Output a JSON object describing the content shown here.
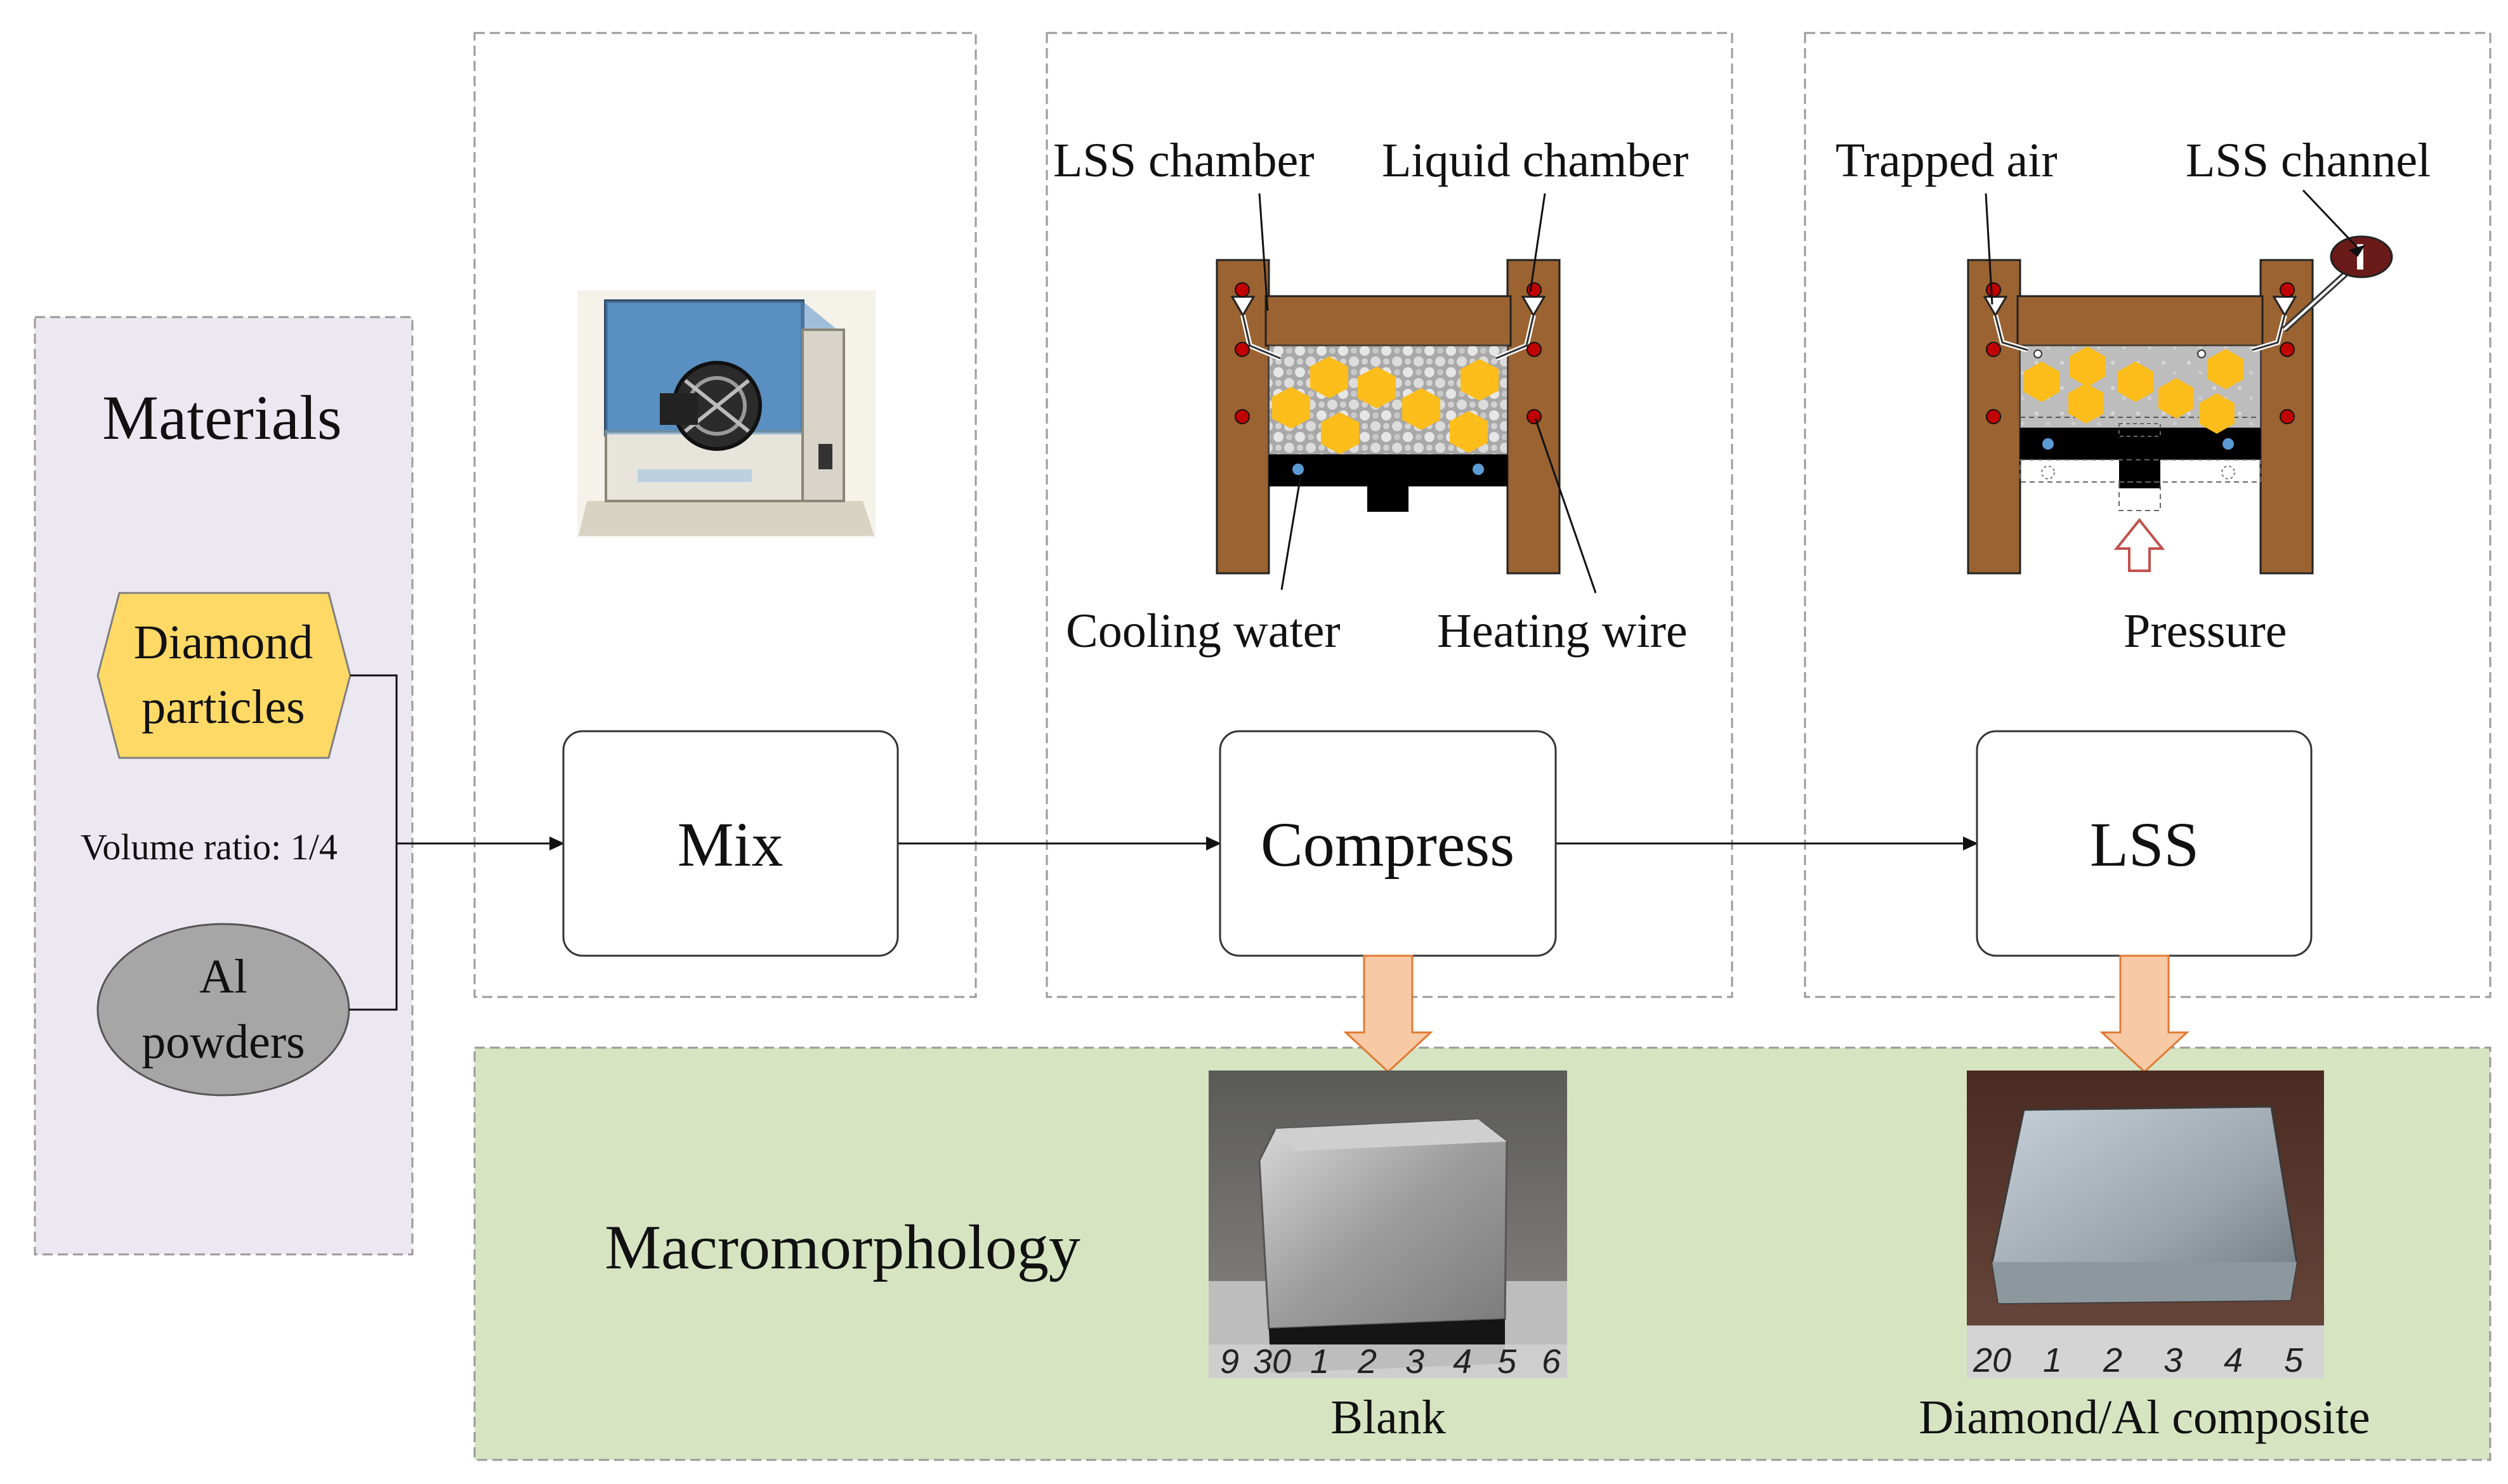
{
  "materials": {
    "title": "Materials",
    "diamond_line1": "Diamond",
    "diamond_line2": "particles",
    "ratio": "Volume ratio: 1/4",
    "al_line1": "Al",
    "al_line2": "powders"
  },
  "steps": {
    "mix": "Mix",
    "compress": "Compress",
    "lss": "LSS"
  },
  "compress_labels": {
    "lss_chamber": "LSS chamber",
    "liquid_chamber": "Liquid chamber",
    "cooling_water": "Cooling water",
    "heating_wire": "Heating wire"
  },
  "lss_labels": {
    "trapped_air": "Trapped air",
    "lss_channel": "LSS channel",
    "pressure": "Pressure"
  },
  "macro": {
    "title": "Macromorphology",
    "blank": "Blank",
    "composite": "Diamond/Al composite",
    "ruler_blank": [
      "9",
      "30",
      "1",
      "2",
      "3",
      "4",
      "5",
      "6"
    ],
    "ruler_comp": [
      "20",
      "1",
      "2",
      "3",
      "4",
      "5"
    ]
  },
  "colors": {
    "materials_bg": "#ece8f2",
    "macro_bg": "#d7e4c2",
    "wood": "#9a6331",
    "diamond": "#fdbd1a",
    "diamond_box": "#ffd966",
    "al": "#a6a6a6",
    "arrow_fill": "#f8c9a5"
  }
}
